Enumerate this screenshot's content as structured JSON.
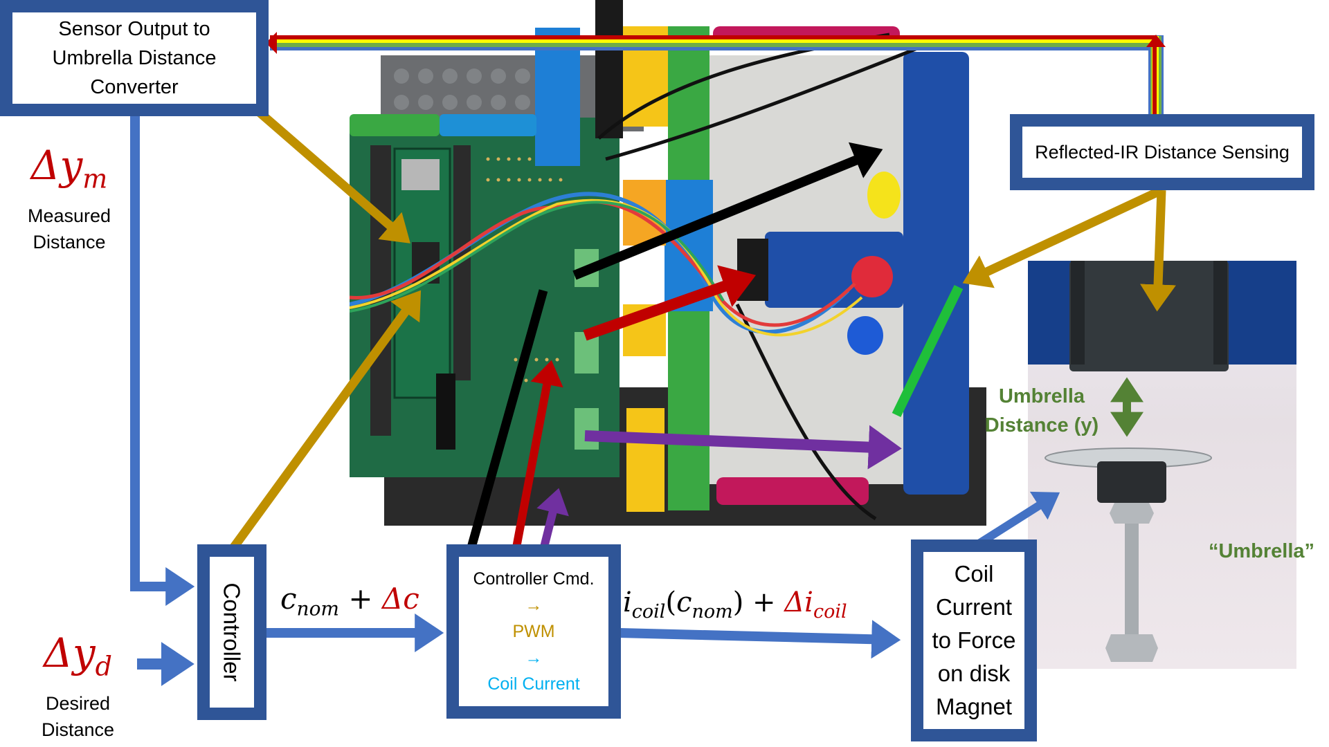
{
  "blocks": {
    "sensor_converter": {
      "lines": [
        "Sensor  Output  to",
        "Umbrella Distance",
        "Converter"
      ]
    },
    "ir_sensing": {
      "label": "Reflected-IR  Distance Sensing"
    },
    "controller": {
      "label": "Controller"
    },
    "controller_cmd": {
      "title": "Controller Cmd.",
      "arrow1": "→",
      "pwm": "PWM",
      "arrow2": "→",
      "coil_current": "Coil Current"
    },
    "coil_force": {
      "lines": [
        "Coil",
        "Current",
        "to Force",
        "on  disk",
        "Magnet"
      ]
    }
  },
  "signals": {
    "measured": {
      "symbol": "Δy",
      "subscript": "m",
      "lines": [
        "Measured",
        "Distance"
      ]
    },
    "desired": {
      "symbol": "Δy",
      "subscript": "d",
      "lines": [
        "Desired",
        "Distance"
      ]
    },
    "controller_out": {
      "base": "c",
      "base_sub": "nom",
      "plus": "+",
      "delta": "Δc"
    },
    "coil_out": {
      "base": "i",
      "base_sub": "coil",
      "paren_open": "(",
      "inner": "c",
      "inner_sub": "nom",
      "paren_close": ")",
      "plus": "+",
      "delta": "Δi",
      "delta_sub": "coil"
    }
  },
  "photo_labels": {
    "distance": [
      "Umbrella",
      "Distance (y)"
    ],
    "umbrella": "“Umbrella”"
  },
  "colors": {
    "box_border": "#2F5597",
    "signal_arrow": "#4472C4",
    "sensor_arrow": "#BF9000",
    "math_delta": "#C00000",
    "pwm": "#BF9000",
    "coil_current": "#00B0F0",
    "photo_label": "#548235"
  }
}
